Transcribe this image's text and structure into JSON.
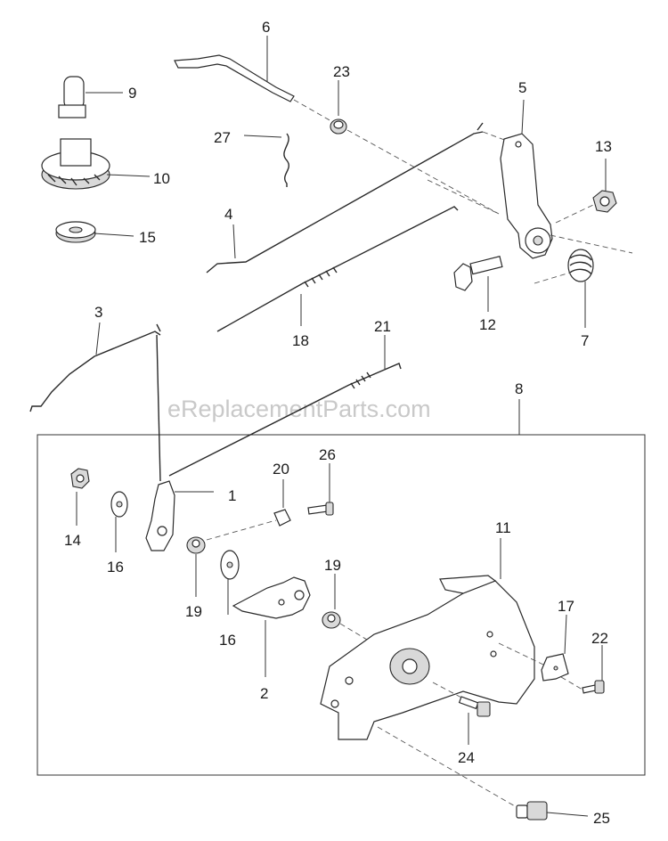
{
  "watermark": "eReplacementParts.com",
  "labels": {
    "p1": "1",
    "p2": "2",
    "p3": "3",
    "p4": "4",
    "p5": "5",
    "p6": "6",
    "p7": "7",
    "p8": "8",
    "p9": "9",
    "p10": "10",
    "p11": "11",
    "p12": "12",
    "p13": "13",
    "p14": "14",
    "p15": "15",
    "p16a": "16",
    "p16b": "16",
    "p17": "17",
    "p18": "18",
    "p19a": "19",
    "p19b": "19",
    "p20": "20",
    "p21": "21",
    "p22": "22",
    "p23": "23",
    "p24": "24",
    "p25": "25",
    "p26": "26",
    "p27": "27"
  }
}
